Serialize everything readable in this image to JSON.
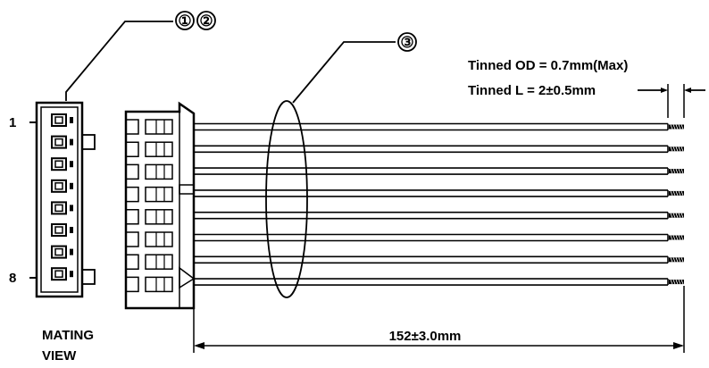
{
  "callouts": {
    "c1": "①",
    "c2": "②",
    "c3": "③"
  },
  "pins": {
    "first": "1",
    "last": "8"
  },
  "view_label": {
    "line1": "MATING",
    "line2": "VIEW"
  },
  "tinned": {
    "od": "Tinned OD = 0.7mm(Max)",
    "length": "Tinned L = 2±0.5mm"
  },
  "length_dim": "152±3.0mm",
  "wire_count": 8
}
